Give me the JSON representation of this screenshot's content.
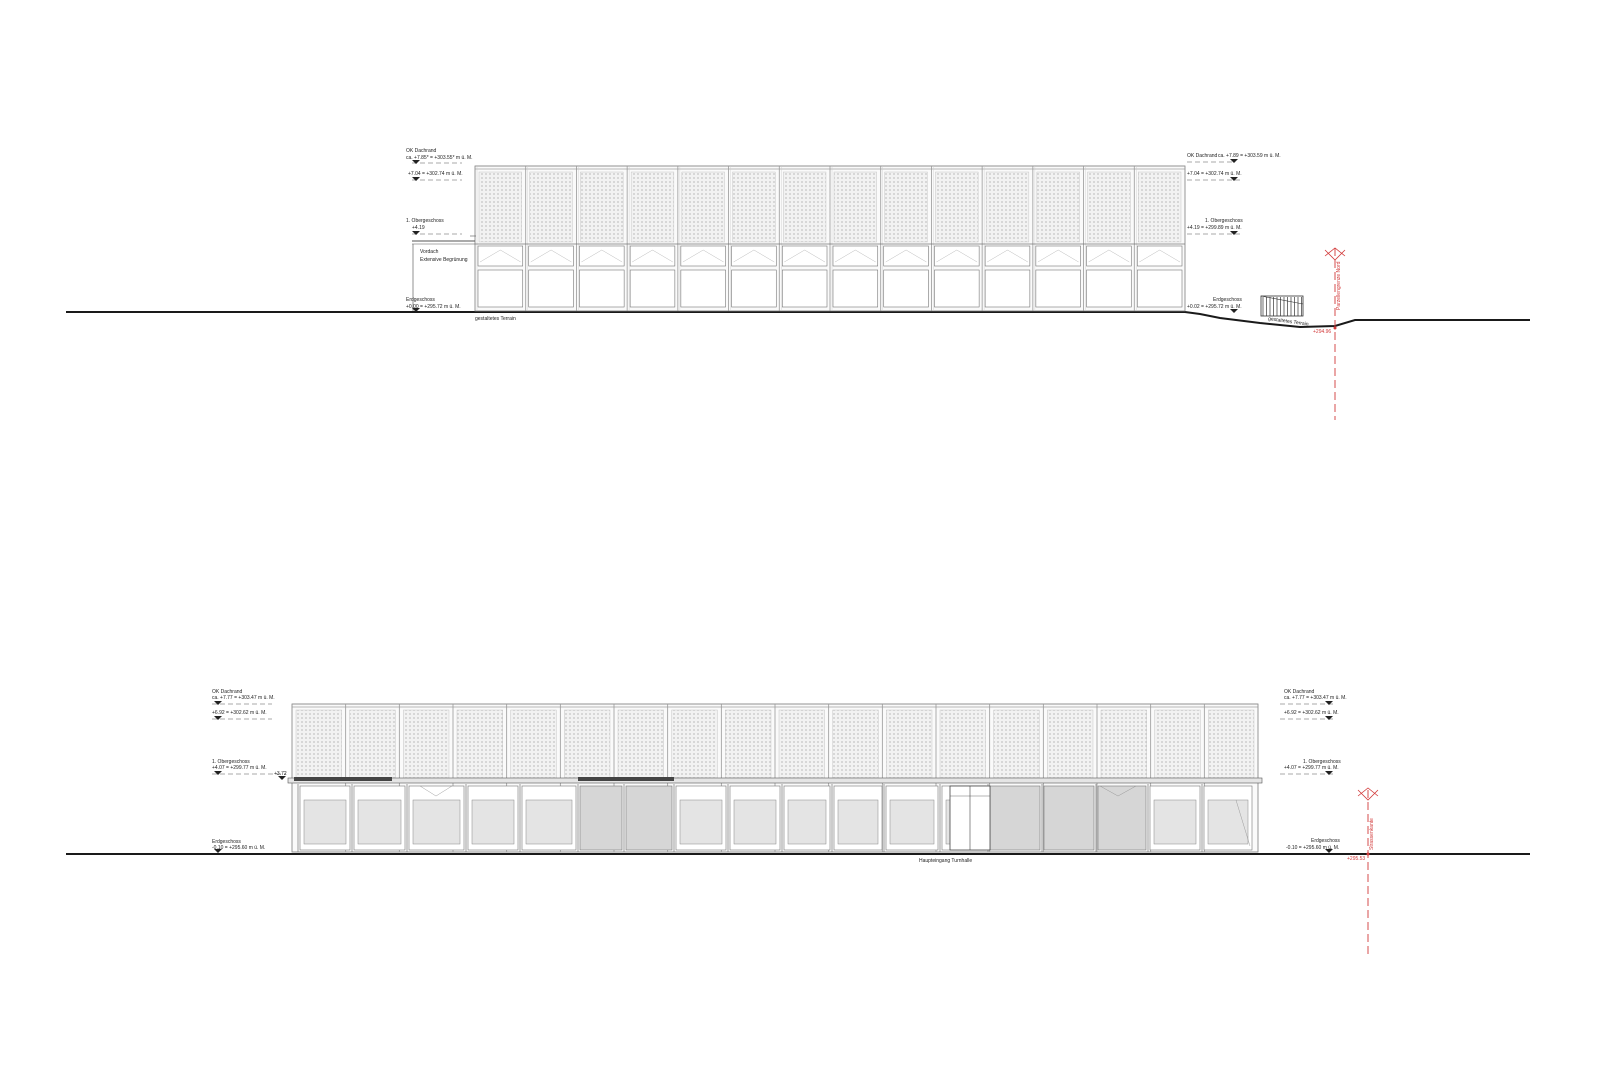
{
  "colors": {
    "ink": "#1a1a1a",
    "line": "#777777",
    "panel": "#f2f2f2",
    "glass": "#d6d6d6",
    "red": "#d23a3a"
  },
  "elevation_top": {
    "left_levels": [
      {
        "name": "OK Dachrand",
        "value": "ca. +7.85* = +303.55* m ü. M."
      },
      {
        "name": "",
        "value": "+7.04 = +302.74 m ü. M."
      },
      {
        "name": "1. Obergeschoss",
        "value": "+4.19"
      },
      {
        "name": "Erdgeschoss",
        "value": "+0.00 = +295.72 m ü. M."
      }
    ],
    "right_levels": [
      {
        "name": "OK Dachrand",
        "value": "ca. +7.89 = +303.59 m ü. M."
      },
      {
        "name": "",
        "value": "+7.04 = +302.74 m ü. M."
      },
      {
        "name": "1. Obergeschoss",
        "value": "+4.19 = +299.89 m ü. M."
      },
      {
        "name": "Erdgeschoss",
        "value": "+0.02 = +295.72 m ü. M."
      }
    ],
    "canopy_note_1": "Vordach",
    "canopy_note_2": "Extensive Begrünung",
    "terrain_label": "gestaltetes Terrain",
    "terrain_label_right": "gestaltetes Terrain",
    "boundary_label": "Parzellengrenze Nord",
    "boundary_value": "+294.96"
  },
  "elevation_bottom": {
    "left_levels": [
      {
        "name": "OK Dachrand",
        "value": "ca. +7.77 = +303.47 m ü. M."
      },
      {
        "name": "",
        "value": "+6.92 = +302.62 m ü. M."
      },
      {
        "name": "1. Obergeschoss",
        "value": "+4.07 = +299.77 m ü. M."
      },
      {
        "name": "Erdgeschoss",
        "value": "-0.10 = +295.60 m ü. M."
      }
    ],
    "right_levels": [
      {
        "name": "OK Dachrand",
        "value": "ca. +7.77 = +303.47 m ü. M."
      },
      {
        "name": "",
        "value": "+6.92 = +302.62 m ü. M."
      },
      {
        "name": "1. Obergeschoss",
        "value": "+4.07 = +299.77 m ü. M."
      },
      {
        "name": "Erdgeschoss",
        "value": "-0.10 = +295.60 m ü. M."
      }
    ],
    "canopy_value": "+3.72",
    "entrance_label": "Haupteingang Turnhalle",
    "boundary_label": "Strassenkante",
    "boundary_value": "+295.53"
  }
}
